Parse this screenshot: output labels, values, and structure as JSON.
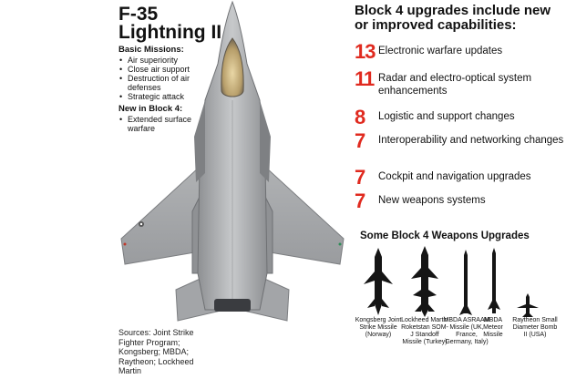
{
  "title": {
    "line1": "F-35",
    "line2": "Lightning II"
  },
  "basic_missions": {
    "heading": "Basic Missions:",
    "items": [
      "Air superiority",
      "Close air support",
      "Destruction of air defenses",
      "Strategic attack"
    ]
  },
  "new_in_block4": {
    "heading": "New in Block 4:",
    "items": [
      "Extended surface warfare"
    ]
  },
  "sources": "Sources: Joint Strike Fighter Program; Kongsberg; MBDA; Raytheon; Lockheed Martin",
  "upgrades": {
    "heading": "Block 4 upgrades include new or improved capabilities:",
    "items": [
      {
        "count": "13",
        "label": "Electronic warfare updates"
      },
      {
        "count": "11",
        "label": "Radar and electro-optical system enhancements"
      },
      {
        "count": "8",
        "label": "Logistic and support changes"
      },
      {
        "count": "7",
        "label": "Interoperability and networking changes"
      },
      {
        "count": "7",
        "label": "Cockpit and navigation upgrades"
      },
      {
        "count": "7",
        "label": "New weapons systems"
      }
    ],
    "accent_color": "#e02a1f"
  },
  "weapons": {
    "heading": "Some Block 4 Weapons Upgrades",
    "items": [
      {
        "label": "Kongsberg Joint Strike Missile (Norway)"
      },
      {
        "label": "Lockheed Martin Roketstan SOM-J Standoff Missile (Turkey)"
      },
      {
        "label": "MBDA ASRAAM Missile (UK, France, Germany, Italy)"
      },
      {
        "label": "MBDA Meteor Missile"
      },
      {
        "label": "Raytheon Small Diameter Bomb II (USA)"
      }
    ]
  }
}
